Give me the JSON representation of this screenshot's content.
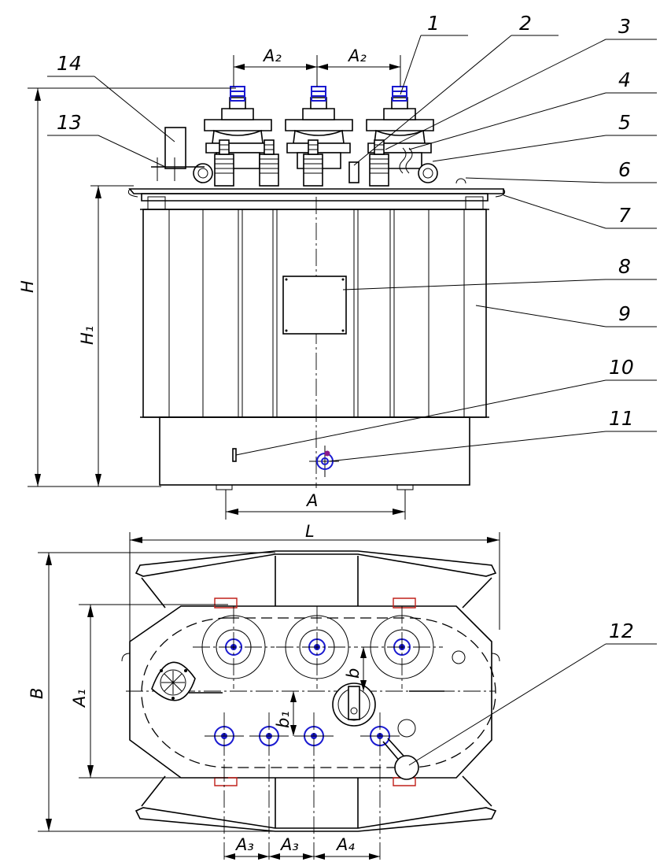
{
  "callouts": [
    "1",
    "2",
    "3",
    "4",
    "5",
    "6",
    "7",
    "8",
    "9",
    "10",
    "11",
    "12",
    "13",
    "14"
  ],
  "dimensions": {
    "a2_left": "A₂",
    "a2_right": "A₂",
    "h": "H",
    "h1": "H₁",
    "a": "A",
    "l": "L",
    "b_total": "B",
    "a1": "A₁",
    "b": "b",
    "b1": "b₁",
    "a3_left": "A₃",
    "a3_right": "A₃",
    "a4": "A₄"
  },
  "colors": {
    "line": "#000000",
    "bushing_blue": "#1a1ad0",
    "drain_purple": "#8a1a8a",
    "wheel_red": "#c0201a",
    "background": "#ffffff"
  }
}
